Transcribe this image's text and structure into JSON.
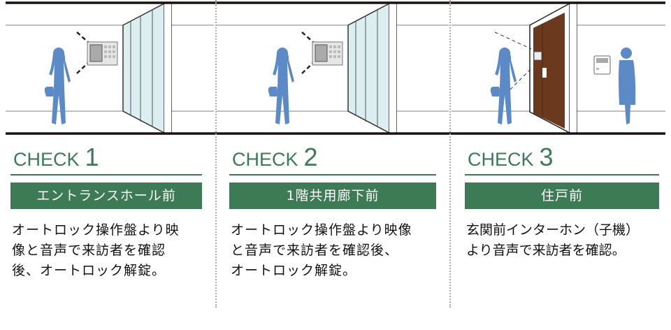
{
  "colors": {
    "accent": "#3d7a56",
    "person": "#5b8ac6",
    "glass": "#ddeef2",
    "door": "#6b3a1e"
  },
  "checks": [
    {
      "label": "CHECK",
      "number": "1",
      "location": "エントランスホール前",
      "lines": [
        "オートロック操作盤より映",
        "像と音声で来訪者を確認",
        "後、オートロック解錠。"
      ]
    },
    {
      "label": "CHECK",
      "number": "2",
      "location": "1階共用廊下前",
      "lines": [
        "オートロック操作盤より映像",
        "と音声で来訪者を確認後、",
        "オートロック解錠。"
      ]
    },
    {
      "label": "CHECK",
      "number": "3",
      "location": "住戸前",
      "lines": [
        "玄関前インターホン（子機）",
        "より音声で来訪者を確認。"
      ]
    }
  ]
}
